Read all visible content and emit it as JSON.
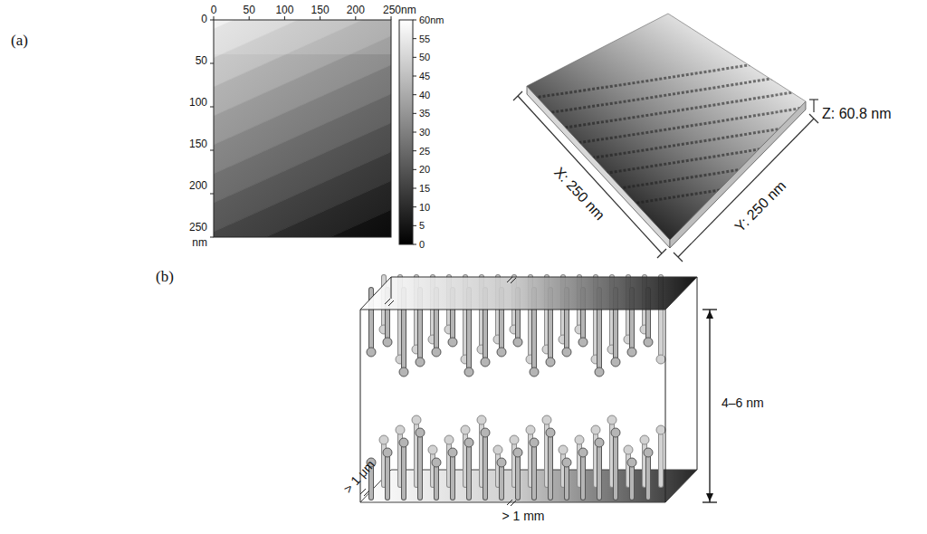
{
  "diagram": {
    "labels": [
      "(a)",
      "0",
      "50",
      "100",
      "150",
      "200",
      "250nm",
      "0",
      "50",
      "100",
      "150",
      "200",
      "250",
      "nm",
      "60nm",
      "55",
      "50",
      "45",
      "40",
      "35",
      "30",
      "25",
      "20",
      "15",
      "10",
      "5",
      "0",
      "X: 250 nm",
      "Y: 250 nm",
      "Z: 60.8 nm",
      "(b)",
      "4–6 nm",
      "> 1 μm",
      "> 1 mm"
    ]
  }
}
